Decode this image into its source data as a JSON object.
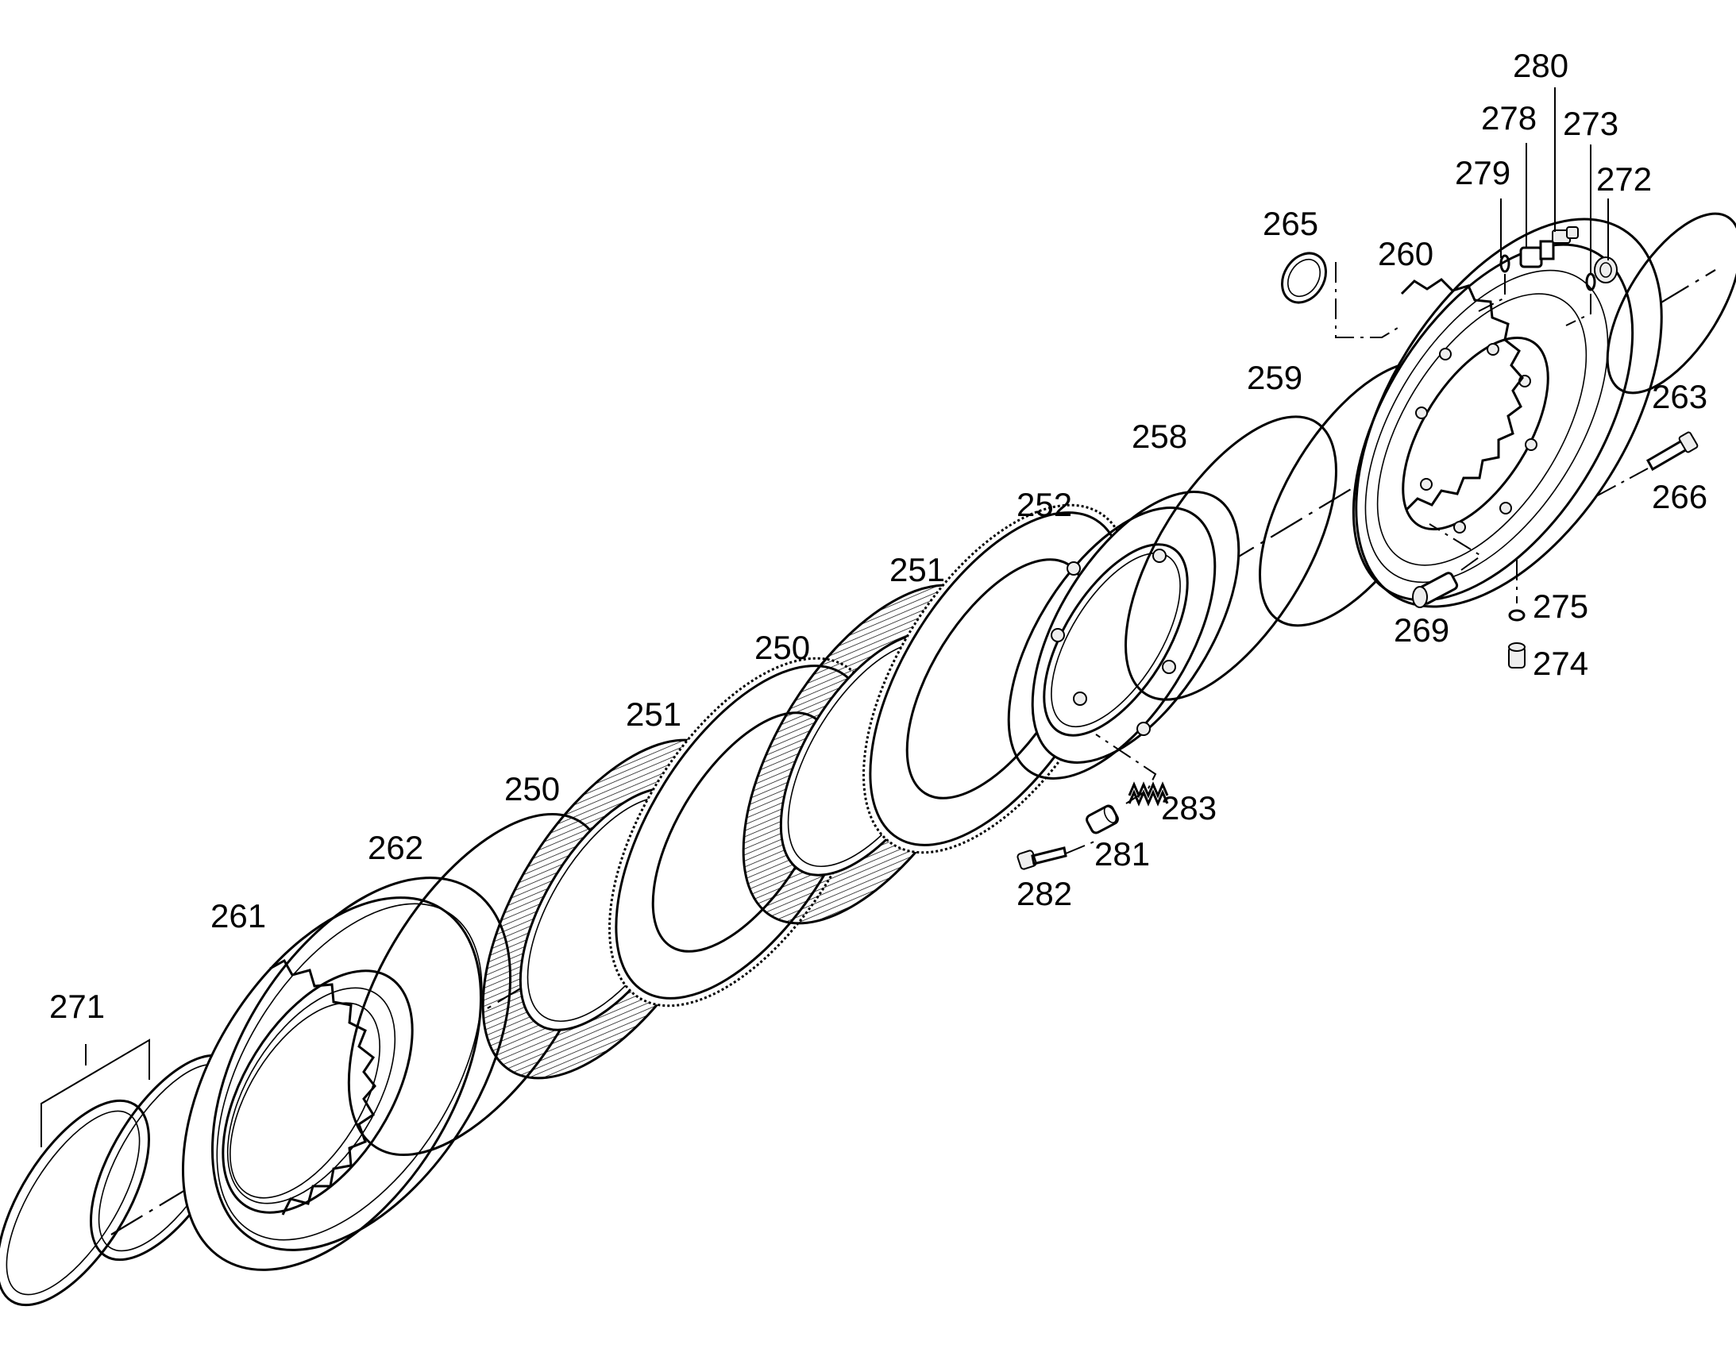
{
  "diagram": {
    "type": "exploded-parts-diagram",
    "callouts": {
      "p250a": "250",
      "p250b": "250",
      "p251a": "251",
      "p251b": "251",
      "p252": "252",
      "p258": "258",
      "p259": "259",
      "p260": "260",
      "p261": "261",
      "p262": "262",
      "p263": "263",
      "p265": "265",
      "p266": "266",
      "p269": "269",
      "p271": "271",
      "p272": "272",
      "p273": "273",
      "p274": "274",
      "p275": "275",
      "p278": "278",
      "p279": "279",
      "p280": "280",
      "p281": "281",
      "p282": "282",
      "p283": "283"
    }
  }
}
